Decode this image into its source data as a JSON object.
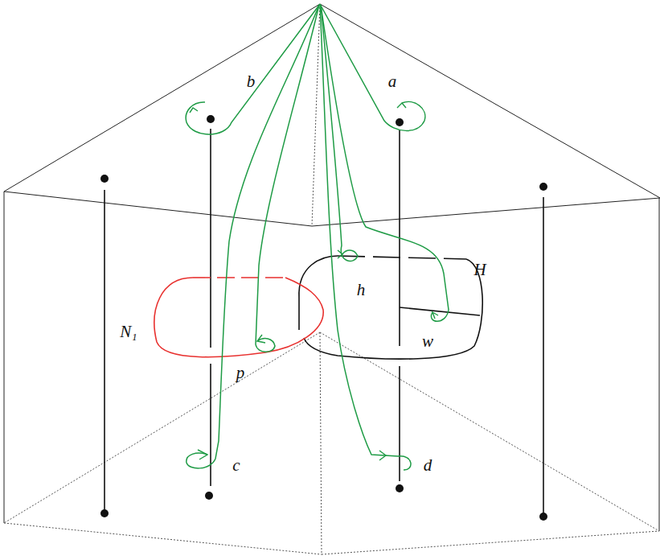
{
  "diagram": {
    "labels": [
      "b",
      "a",
      "H",
      "h",
      "N₁",
      "p",
      "w",
      "c",
      "d"
    ]
  }
}
